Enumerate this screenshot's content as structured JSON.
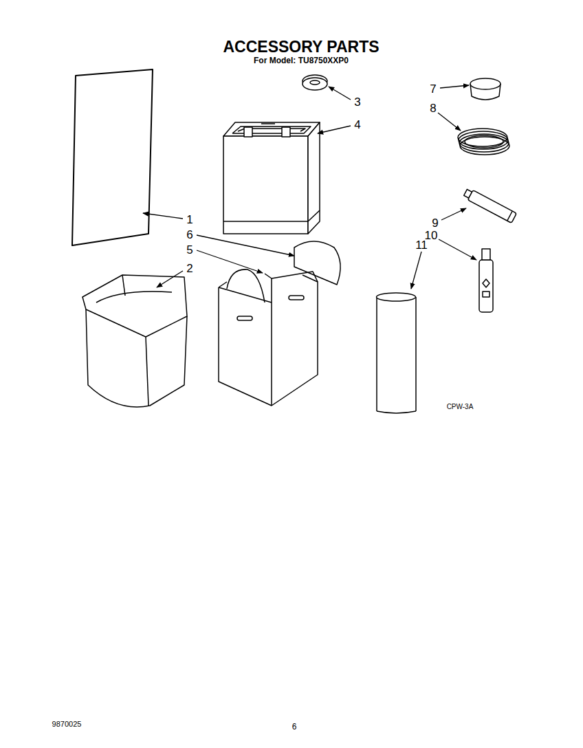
{
  "diagram": {
    "title": "ACCESSORY PARTS",
    "labels": [
      "For Model: TU8750XXP0",
      "3",
      "4",
      "7",
      "8",
      "1",
      "6",
      "5",
      "2",
      "9",
      "10",
      "11",
      "CPW-3A",
      "9870025",
      "6"
    ]
  }
}
